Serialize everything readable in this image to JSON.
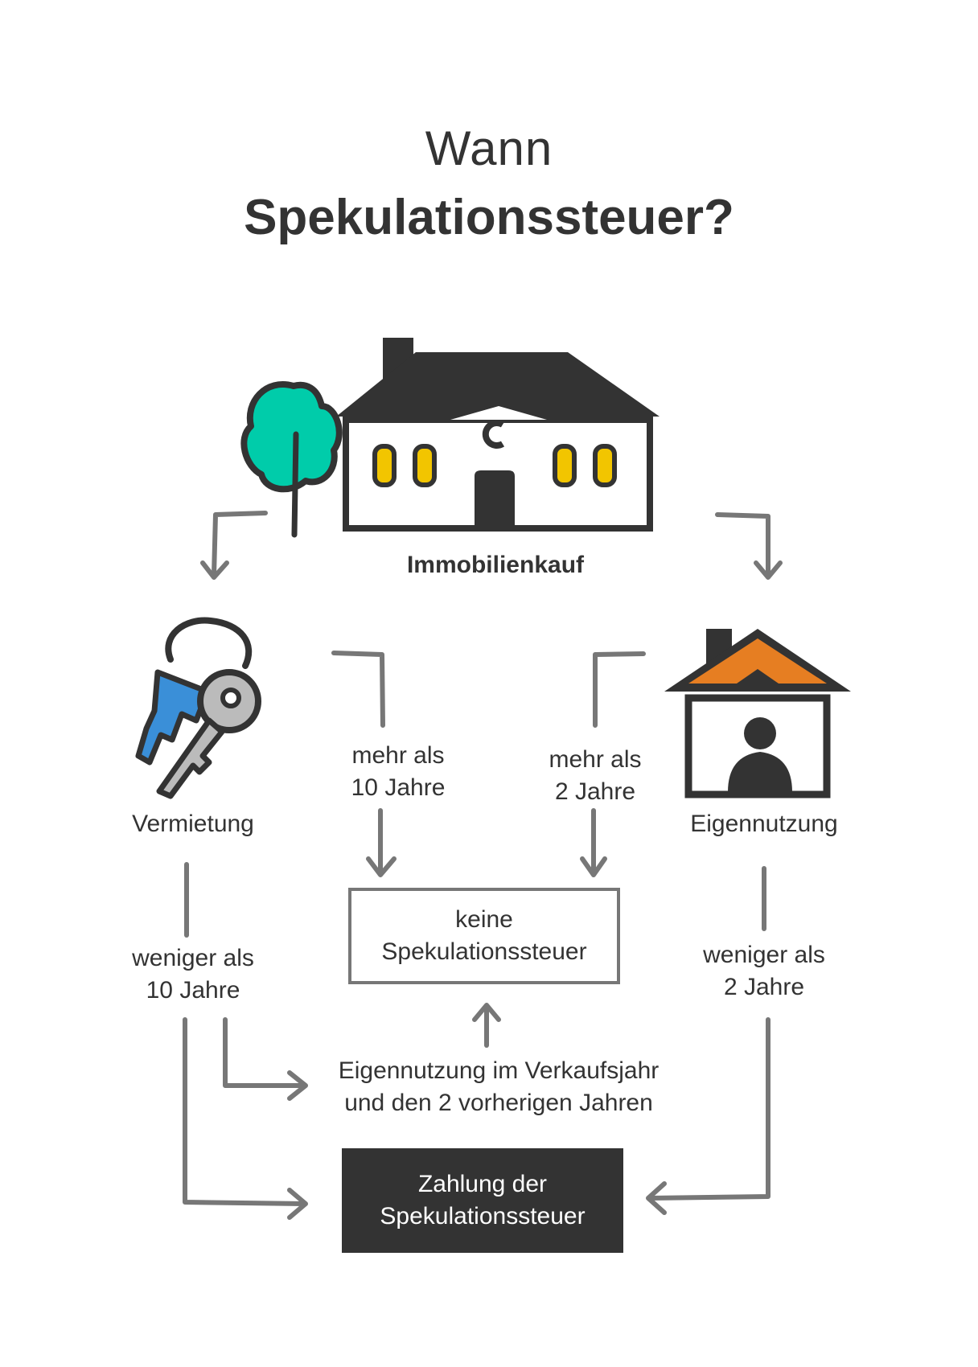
{
  "title": {
    "line1": "Wann",
    "line2": "Spekulationssteuer?"
  },
  "nodes": {
    "purchase": "Immobilienkauf",
    "rental": "Vermietung",
    "own_use": "Eigennutzung",
    "rental_more": {
      "line1": "mehr als",
      "line2": "10 Jahre"
    },
    "own_more": {
      "line1": "mehr als",
      "line2": "2 Jahre"
    },
    "rental_less": {
      "line1": "weniger als",
      "line2": "10 Jahre"
    },
    "own_less": {
      "line1": "weniger als",
      "line2": "2 Jahre"
    },
    "no_tax": {
      "line1": "keine",
      "line2": "Spekulationssteuer"
    },
    "own_use_exception": {
      "line1": "Eigennutzung im Verkaufsjahr",
      "line2": "und den 2 vorherigen Jahren"
    },
    "pay_tax": {
      "line1": "Zahlung der",
      "line2": "Spekulationssteuer"
    }
  },
  "colors": {
    "ink": "#333333",
    "arrow": "#777777",
    "tree": "#00CCAA",
    "window": "#F2C500",
    "key_blue": "#3A8FD8",
    "key_grey": "#BBBBBB",
    "roof_orange": "#E67E22"
  },
  "icons": [
    "house-with-tree-icon",
    "keys-icon",
    "person-home-icon"
  ]
}
